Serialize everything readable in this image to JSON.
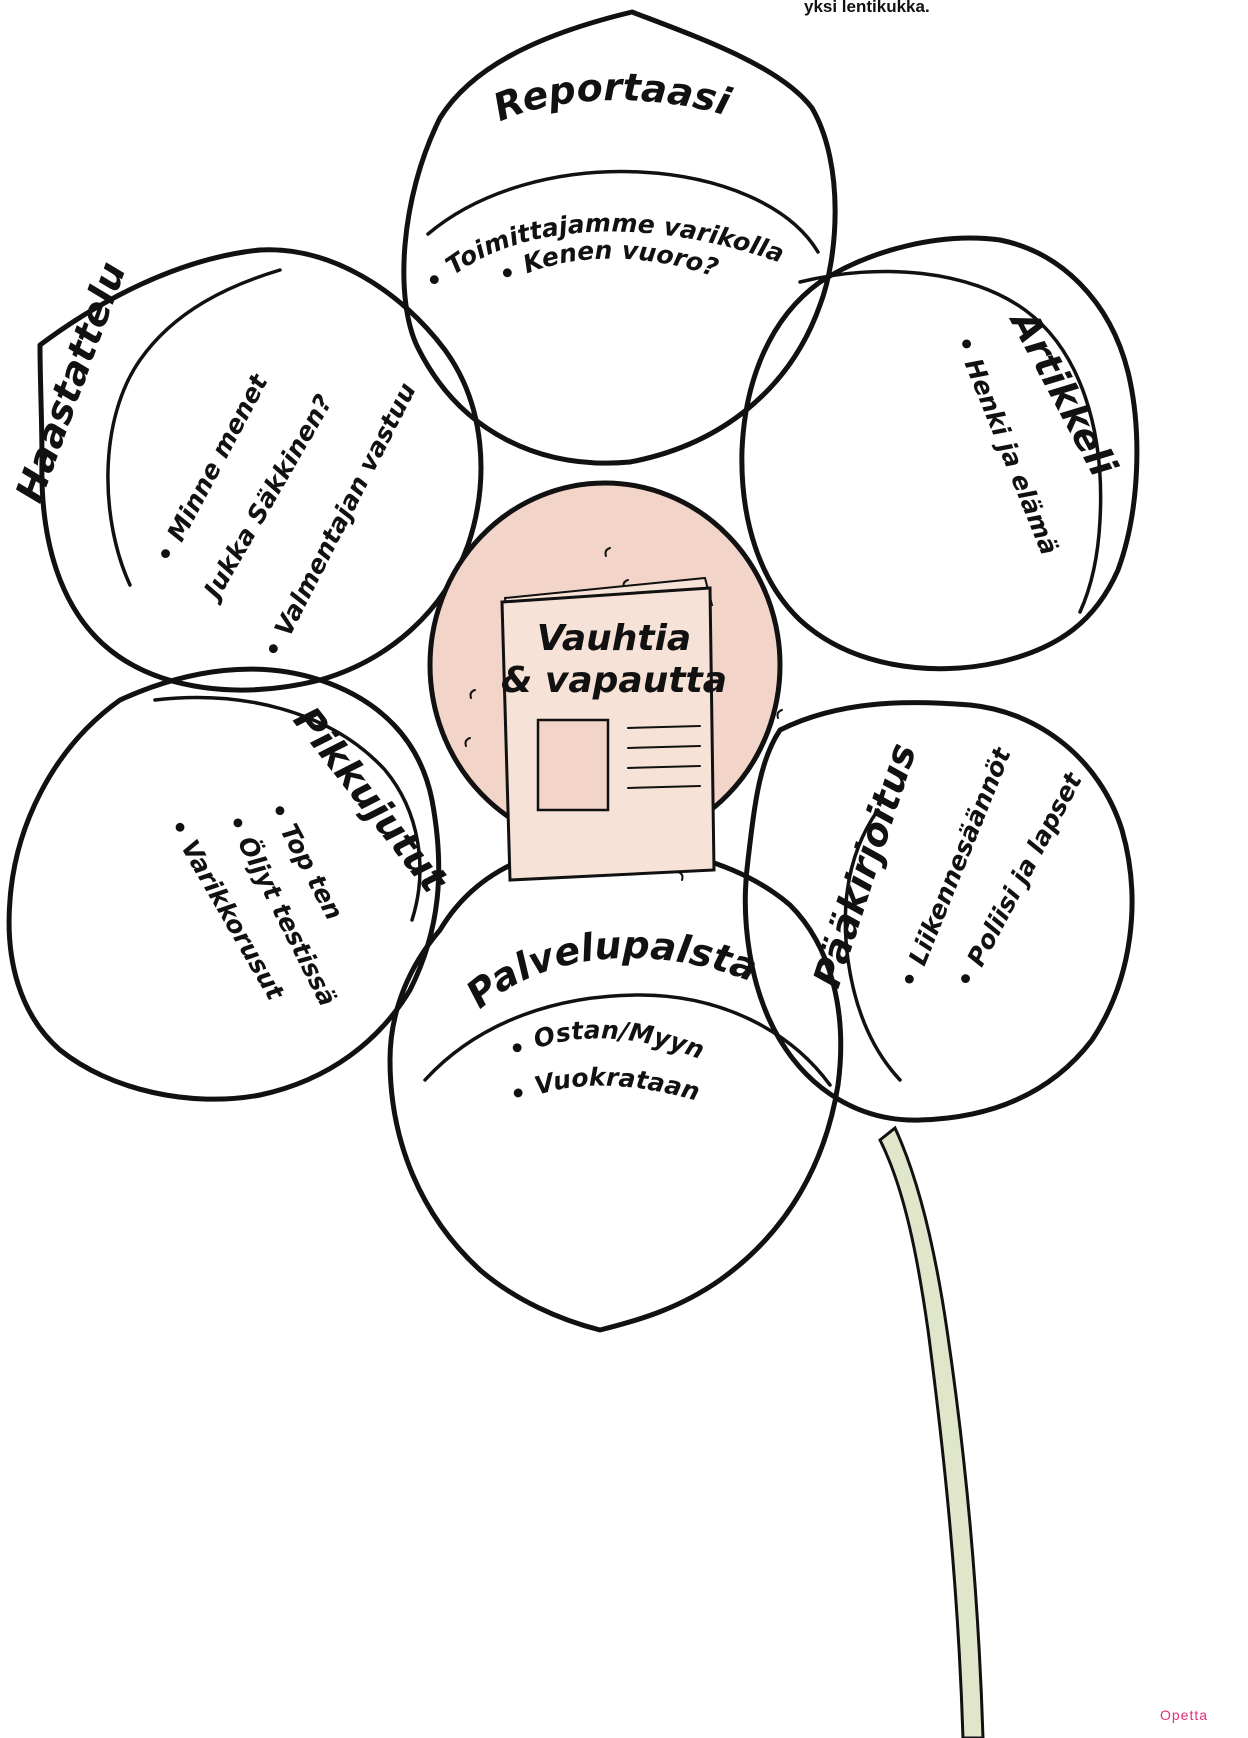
{
  "corner_note": "yksi lentikukka.",
  "footer_fragment": "Opetta",
  "center": {
    "title_line1": "Vauhtia",
    "title_line2": "& vapautta"
  },
  "petals": {
    "reportaasi": {
      "title": "Reportaasi",
      "items": [
        "Toimittajamme varikolla",
        "Kenen vuoro?"
      ]
    },
    "haastattelu": {
      "title": "Haastattelu",
      "items": [
        "Minne menet",
        "Jukka Säkkinen?",
        "Valmentajan vastuu"
      ]
    },
    "artikkeli": {
      "title": "Artikkeli",
      "items": [
        "Henki ja elämä"
      ]
    },
    "pikkujutut": {
      "title": "Pikkujutut",
      "items": [
        "Top ten",
        "Öljyt testissä",
        "Varikkorusut"
      ]
    },
    "paakirjoitus": {
      "title": "Pääkirjoitus",
      "items": [
        "Liikennesäännöt",
        "Poliisi ja lapset"
      ]
    },
    "palvelupalsta": {
      "title": "Palvelupalsta",
      "items": [
        "Ostan/Myyn",
        "Vuokrataan"
      ]
    }
  },
  "colors": {
    "reportaasi": "#f8e3d2",
    "haastattelu": "#d6e0ee",
    "artikkeli": "#e9ece0",
    "pikkujutut": "#f8f2dc",
    "paakirjoitus": "#f8efe2",
    "palvelupalsta": "#ebe4ee",
    "center": "#f2d4c8",
    "stem": "#dfe6c9",
    "footer": "#e0307a"
  }
}
